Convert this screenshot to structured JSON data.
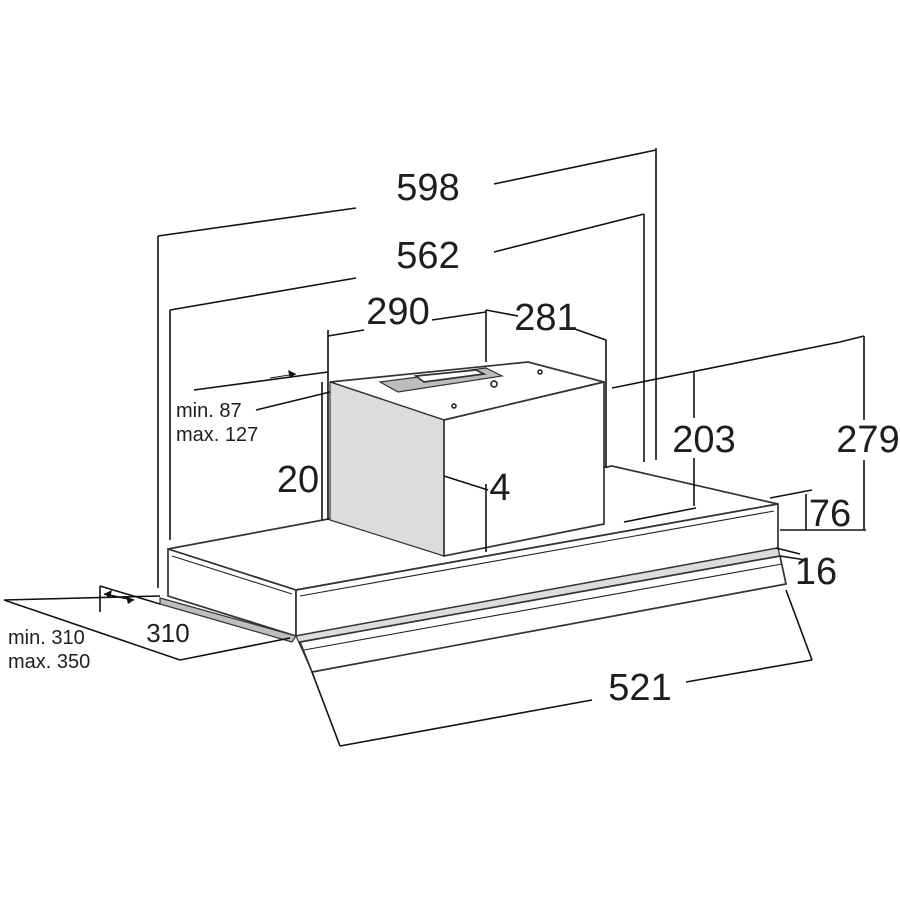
{
  "dimensions": {
    "overall_width": "598",
    "inner_width": "562",
    "chimney_offset": "290",
    "chimney_width": "281",
    "chimney_height": "203",
    "total_height": "279",
    "body_height": "76",
    "filter_depth": "16",
    "chimney_back_offset": "20",
    "chimney_wall_gap": "4",
    "depth_label": "310",
    "front_width": "521"
  },
  "range_labels": {
    "wall_min": "min. 87",
    "wall_max": "max. 127",
    "depth_min": "min. 310",
    "depth_max": "max. 350"
  },
  "colors": {
    "line": "#111111",
    "fill": "#ffffff",
    "shade": "#dcdcdc"
  }
}
